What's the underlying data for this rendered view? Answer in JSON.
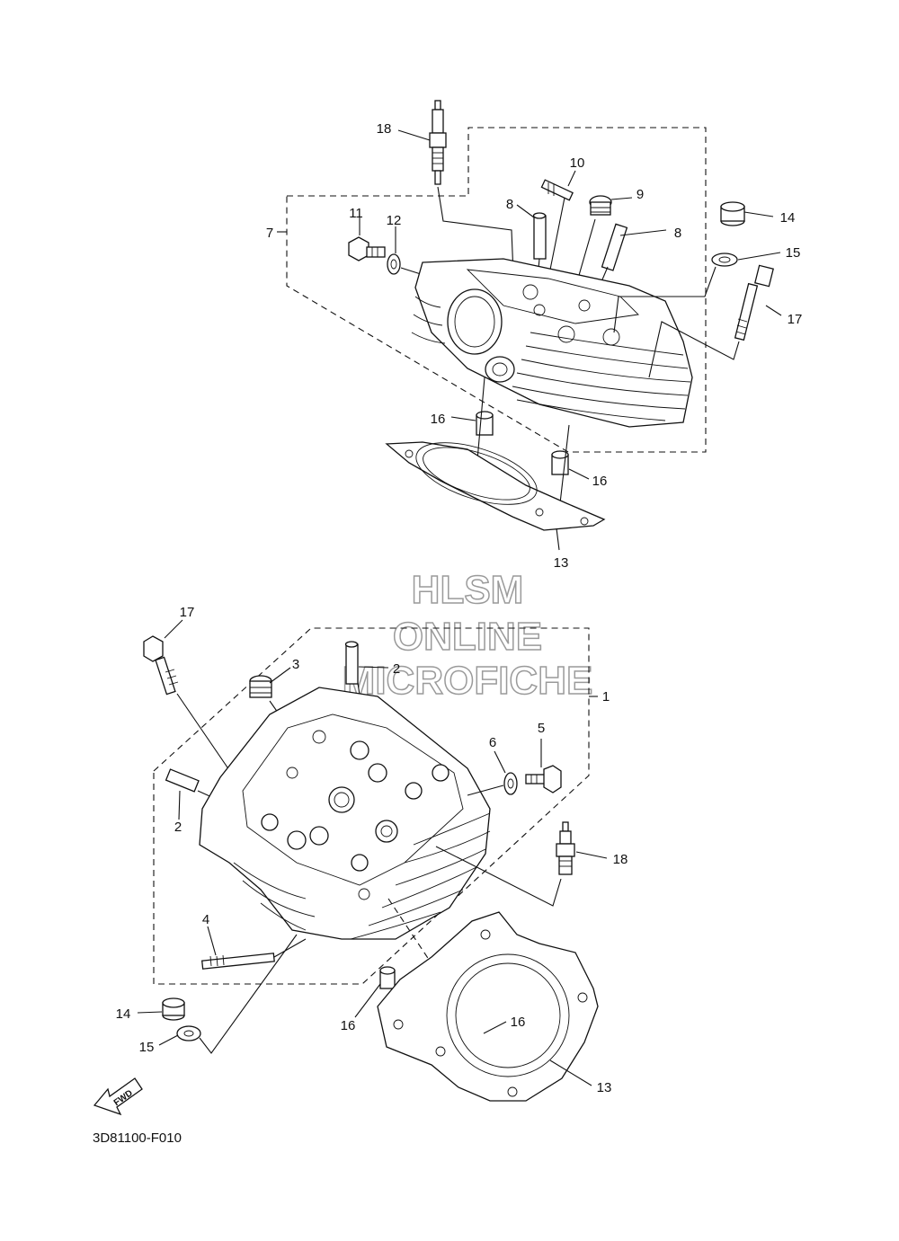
{
  "diagram": {
    "code": "3D81100-F010",
    "fwd_label": "FWD",
    "watermark": [
      "HLSM",
      "ONLINE",
      "MICROFICHE"
    ],
    "callouts_top": [
      "18",
      "10",
      "9",
      "8",
      "8",
      "7",
      "11",
      "12",
      "14",
      "15",
      "17",
      "16",
      "16",
      "13"
    ],
    "callouts_bottom": [
      "17",
      "3",
      "2",
      "2",
      "1",
      "5",
      "6",
      "18",
      "4",
      "14",
      "15",
      "16",
      "16",
      "13"
    ]
  },
  "colors": {
    "ink": "#111111",
    "watermark_outline": "#9a9a9a",
    "background": "#ffffff"
  }
}
